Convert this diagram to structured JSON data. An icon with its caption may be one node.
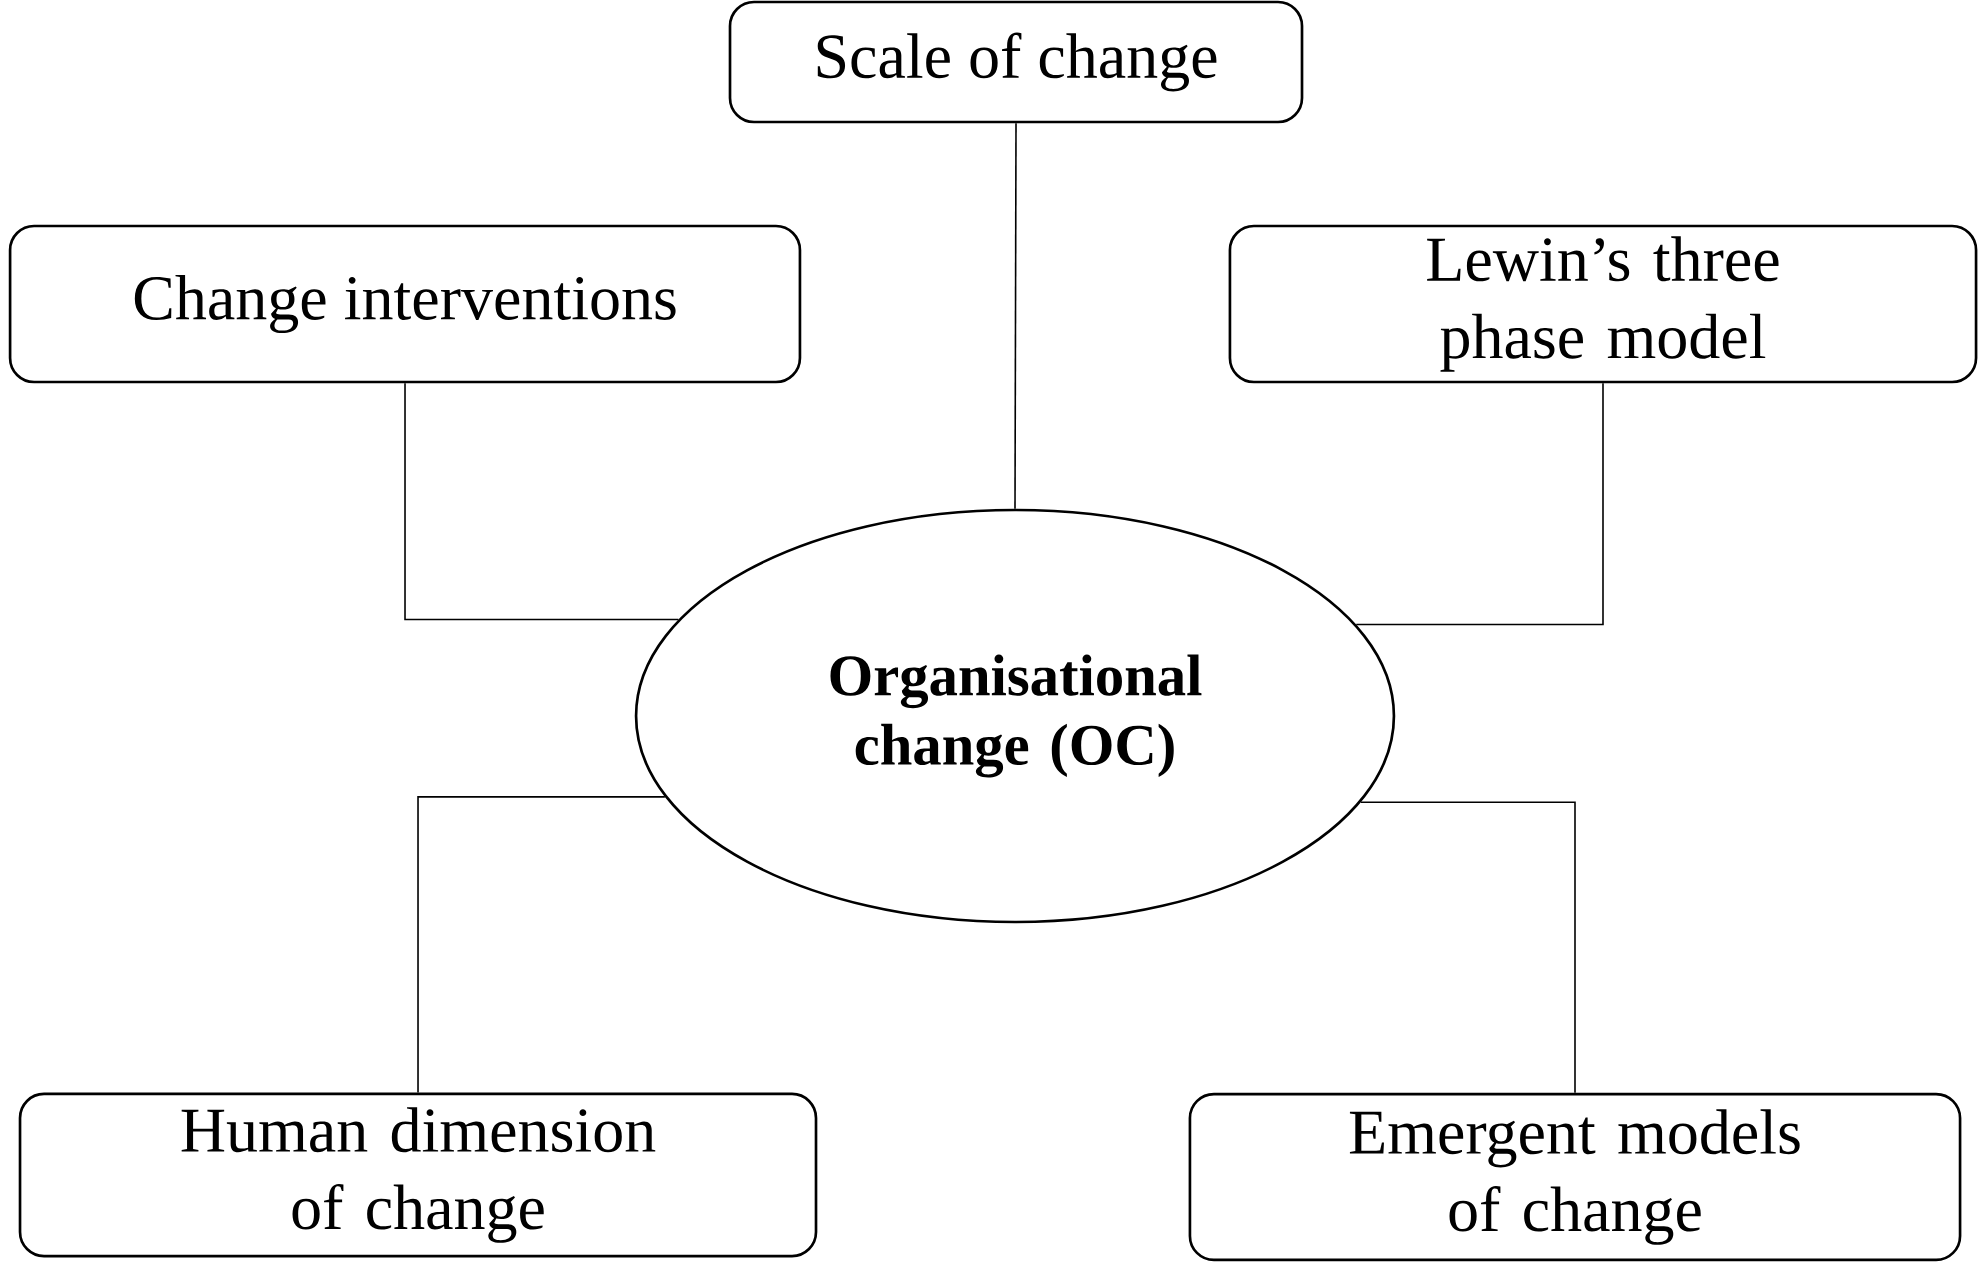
{
  "diagram": {
    "nodes": [
      {
        "text": [
          "Scale of change"
        ]
      },
      {
        "text": [
          "Change interventions"
        ]
      },
      {
        "text": [
          "Lewin’s three phase model"
        ]
      },
      {
        "text": [
          "Organisational change (OC)"
        ]
      },
      {
        "text": [
          "Human dimension of change"
        ]
      },
      {
        "text": [
          "Emergent models of change"
        ]
      }
    ],
    "edges": [
      {
        "from": 0,
        "to": 3,
        "arrow": "none"
      },
      {
        "from": 1,
        "to": 3,
        "arrow": "none"
      },
      {
        "from": 2,
        "to": 3,
        "arrow": "none"
      },
      {
        "from": 3,
        "to": 4,
        "arrow": "none"
      },
      {
        "from": 3,
        "to": 5,
        "arrow": "none"
      }
    ]
  }
}
